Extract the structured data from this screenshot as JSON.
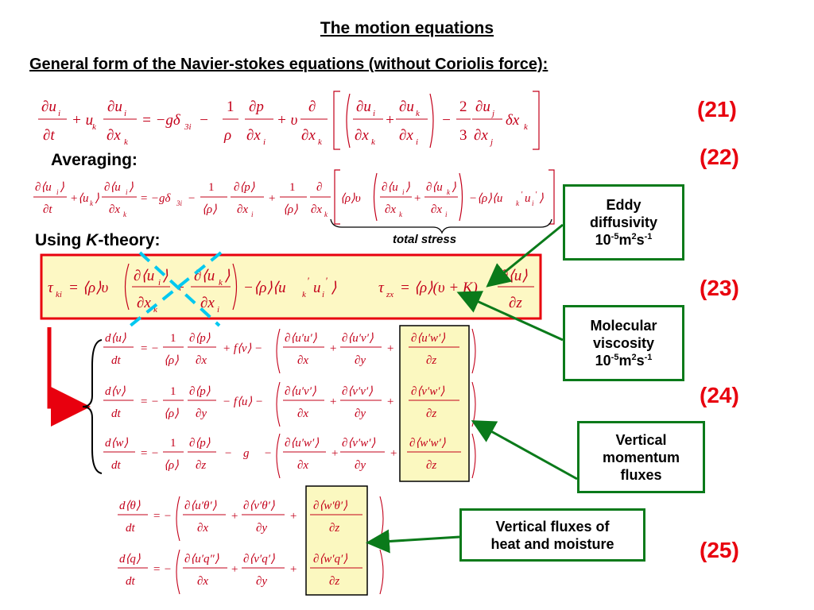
{
  "title": "The motion equations",
  "subtitle": "General form of the Navier-stokes equations (without Coriolis force):",
  "labels": {
    "averaging": "Averaging:",
    "using_prefix": "Using ",
    "using_k": "K",
    "using_suffix": "-theory:",
    "total_stress": "total stress"
  },
  "equation_numbers": {
    "n21": "(21)",
    "n22": "(22)",
    "n23": "(23)",
    "n24": "(24)",
    "n25": "(25)"
  },
  "callouts": {
    "eddy": {
      "line1": "Eddy",
      "line2": "diffusivity",
      "base": "10",
      "exp1": "-5",
      "unit": "m",
      "exp2": "2",
      "unit2": "s",
      "exp3": "-1"
    },
    "molecular": {
      "line1": "Molecular",
      "line2": "viscosity",
      "base": "10",
      "exp1": "-5",
      "unit": "m",
      "exp2": "2",
      "unit2": "s",
      "exp3": "-1"
    },
    "vertical_momentum": {
      "line1": "Vertical",
      "line2": "momentum",
      "line3": "fluxes"
    },
    "vertical_heat": {
      "line1": "Vertical fluxes of",
      "line2": "heat and moisture"
    }
  },
  "colors": {
    "equation": "#c3001a",
    "number": "#e8000e",
    "callout_border": "#0a7a1a",
    "highlight_fill": "#fbf8c0",
    "red_box_fill": "#fdf8c4",
    "cross": "#00c8f0"
  }
}
